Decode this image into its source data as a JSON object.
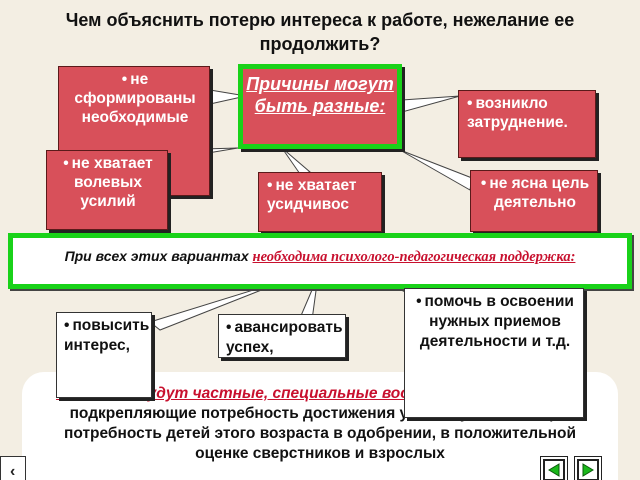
{
  "title": "Чем объяснить потерю интереса к работе, нежелание  ее продолжить?",
  "reasons_box": {
    "text": "Причины могут быть разные:"
  },
  "reasons": [
    {
      "text": "не сформированы необходимые"
    },
    {
      "text": "возникло затруднение."
    },
    {
      "text": "не хватает волевых усилий"
    },
    {
      "text": "не хватает усидчивос"
    },
    {
      "text": "не ясна цель деятельно"
    }
  ],
  "support": {
    "prefix": "При всех этих вариантах ",
    "highlight": "необходима психолого-педагогическая поддержка:"
  },
  "actions": [
    {
      "text": "повысить интерес,"
    },
    {
      "text": "авансировать успех,"
    },
    {
      "text": "помочь в освоении нужных приемов деятельности и т.д."
    }
  ],
  "conclusion": {
    "highlight": "Все это и будут частные, специальные воспитательные задачи,",
    "rest": " подкрепляющие потребность достижения успеха, учитывающие потребность детей этого возраста в одобрении, в положительной оценке сверстников и взрослых"
  },
  "colors": {
    "callout": "#d8505a",
    "border_green": "#19d219",
    "accent_red": "#c8102e"
  },
  "icons": [
    "nav-back-icon",
    "nav-prev-icon",
    "nav-next-icon"
  ]
}
